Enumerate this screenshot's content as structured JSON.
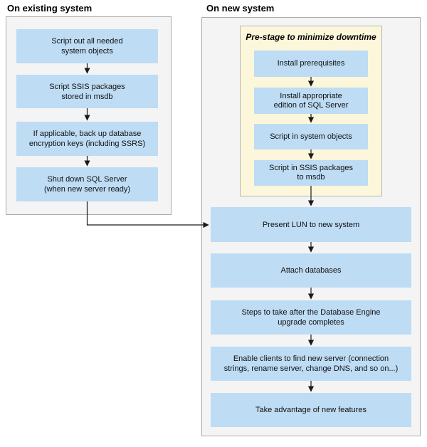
{
  "colors": {
    "page-bg": "#ffffff",
    "container-bg": "#f4f4f4",
    "container-border": "#ababab",
    "box-blue": "#bedcf4",
    "prestage-bg": "#fcf7da",
    "prestage-border": "#b5b5b5",
    "arrow": "#1a1a1a",
    "text": "#111111"
  },
  "existing_system": {
    "title": "On existing system",
    "steps": [
      "Script out all needed\nsystem objects",
      "Script SSIS packages\nstored in msdb",
      "If applicable, back up database\nencryption keys (including SSRS)",
      "Shut down SQL Server\n(when new server ready)"
    ]
  },
  "new_system": {
    "title": "On new system",
    "prestage": {
      "title": "Pre-stage to minimize downtime",
      "steps": [
        "Install prerequisites",
        "Install appropriate\nedition of SQL Server",
        "Script in system objects",
        "Script in SSIS packages\nto msdb"
      ]
    },
    "steps": [
      "Present LUN to new system",
      "Attach databases",
      "Steps to take after the Database Engine\nupgrade completes",
      "Enable clients to find new server (connection\nstrings, rename server, change DNS, and so on...)",
      "Take advantage of new features"
    ]
  }
}
